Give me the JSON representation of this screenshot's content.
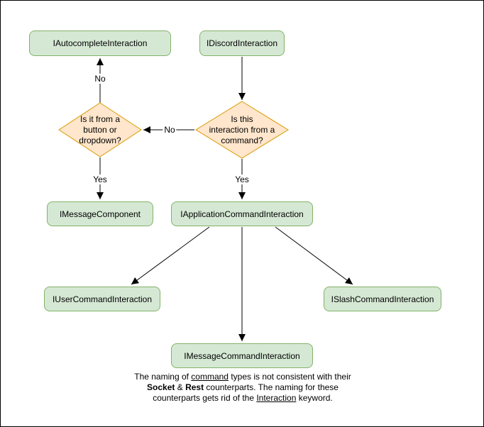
{
  "diagram": {
    "nodes": {
      "autocomplete": "IAutocompleteInteraction",
      "discord": "IDiscordInteraction",
      "message_component": "IMessageComponent",
      "application_command": "IApplicationCommandInteraction",
      "user_command": "IUserCommandInteraction",
      "message_command": "IMessageCommandInteraction",
      "slash_command": "ISlashCommandInteraction"
    },
    "decisions": {
      "button_dropdown": {
        "line1": "Is it from a",
        "line2": "button or",
        "line3": "dropdown?"
      },
      "from_command": {
        "line1": "Is this",
        "line2": "interaction from a",
        "line3": "command?"
      }
    },
    "edge_labels": {
      "autocomplete_no": "No",
      "command_no": "No",
      "component_yes": "Yes",
      "application_yes": "Yes"
    },
    "caption": {
      "line1_a": "The naming of ",
      "line1_b": "command",
      "line1_c": " types is not consistent with their",
      "line2_a": "Socket",
      "line2_b": " & ",
      "line2_c": "Rest",
      "line2_d": " counterparts. The naming for these",
      "line3_a": "counterparts gets rid of the ",
      "line3_b": "Interaction",
      "line3_c": " keyword."
    },
    "colors": {
      "process_fill": "#d5e8d4",
      "process_stroke": "#82b366",
      "decision_fill": "#ffe6cc",
      "decision_stroke": "#d79b00",
      "arrow": "#000000",
      "background": "#ffffff",
      "border": "#000000"
    }
  }
}
